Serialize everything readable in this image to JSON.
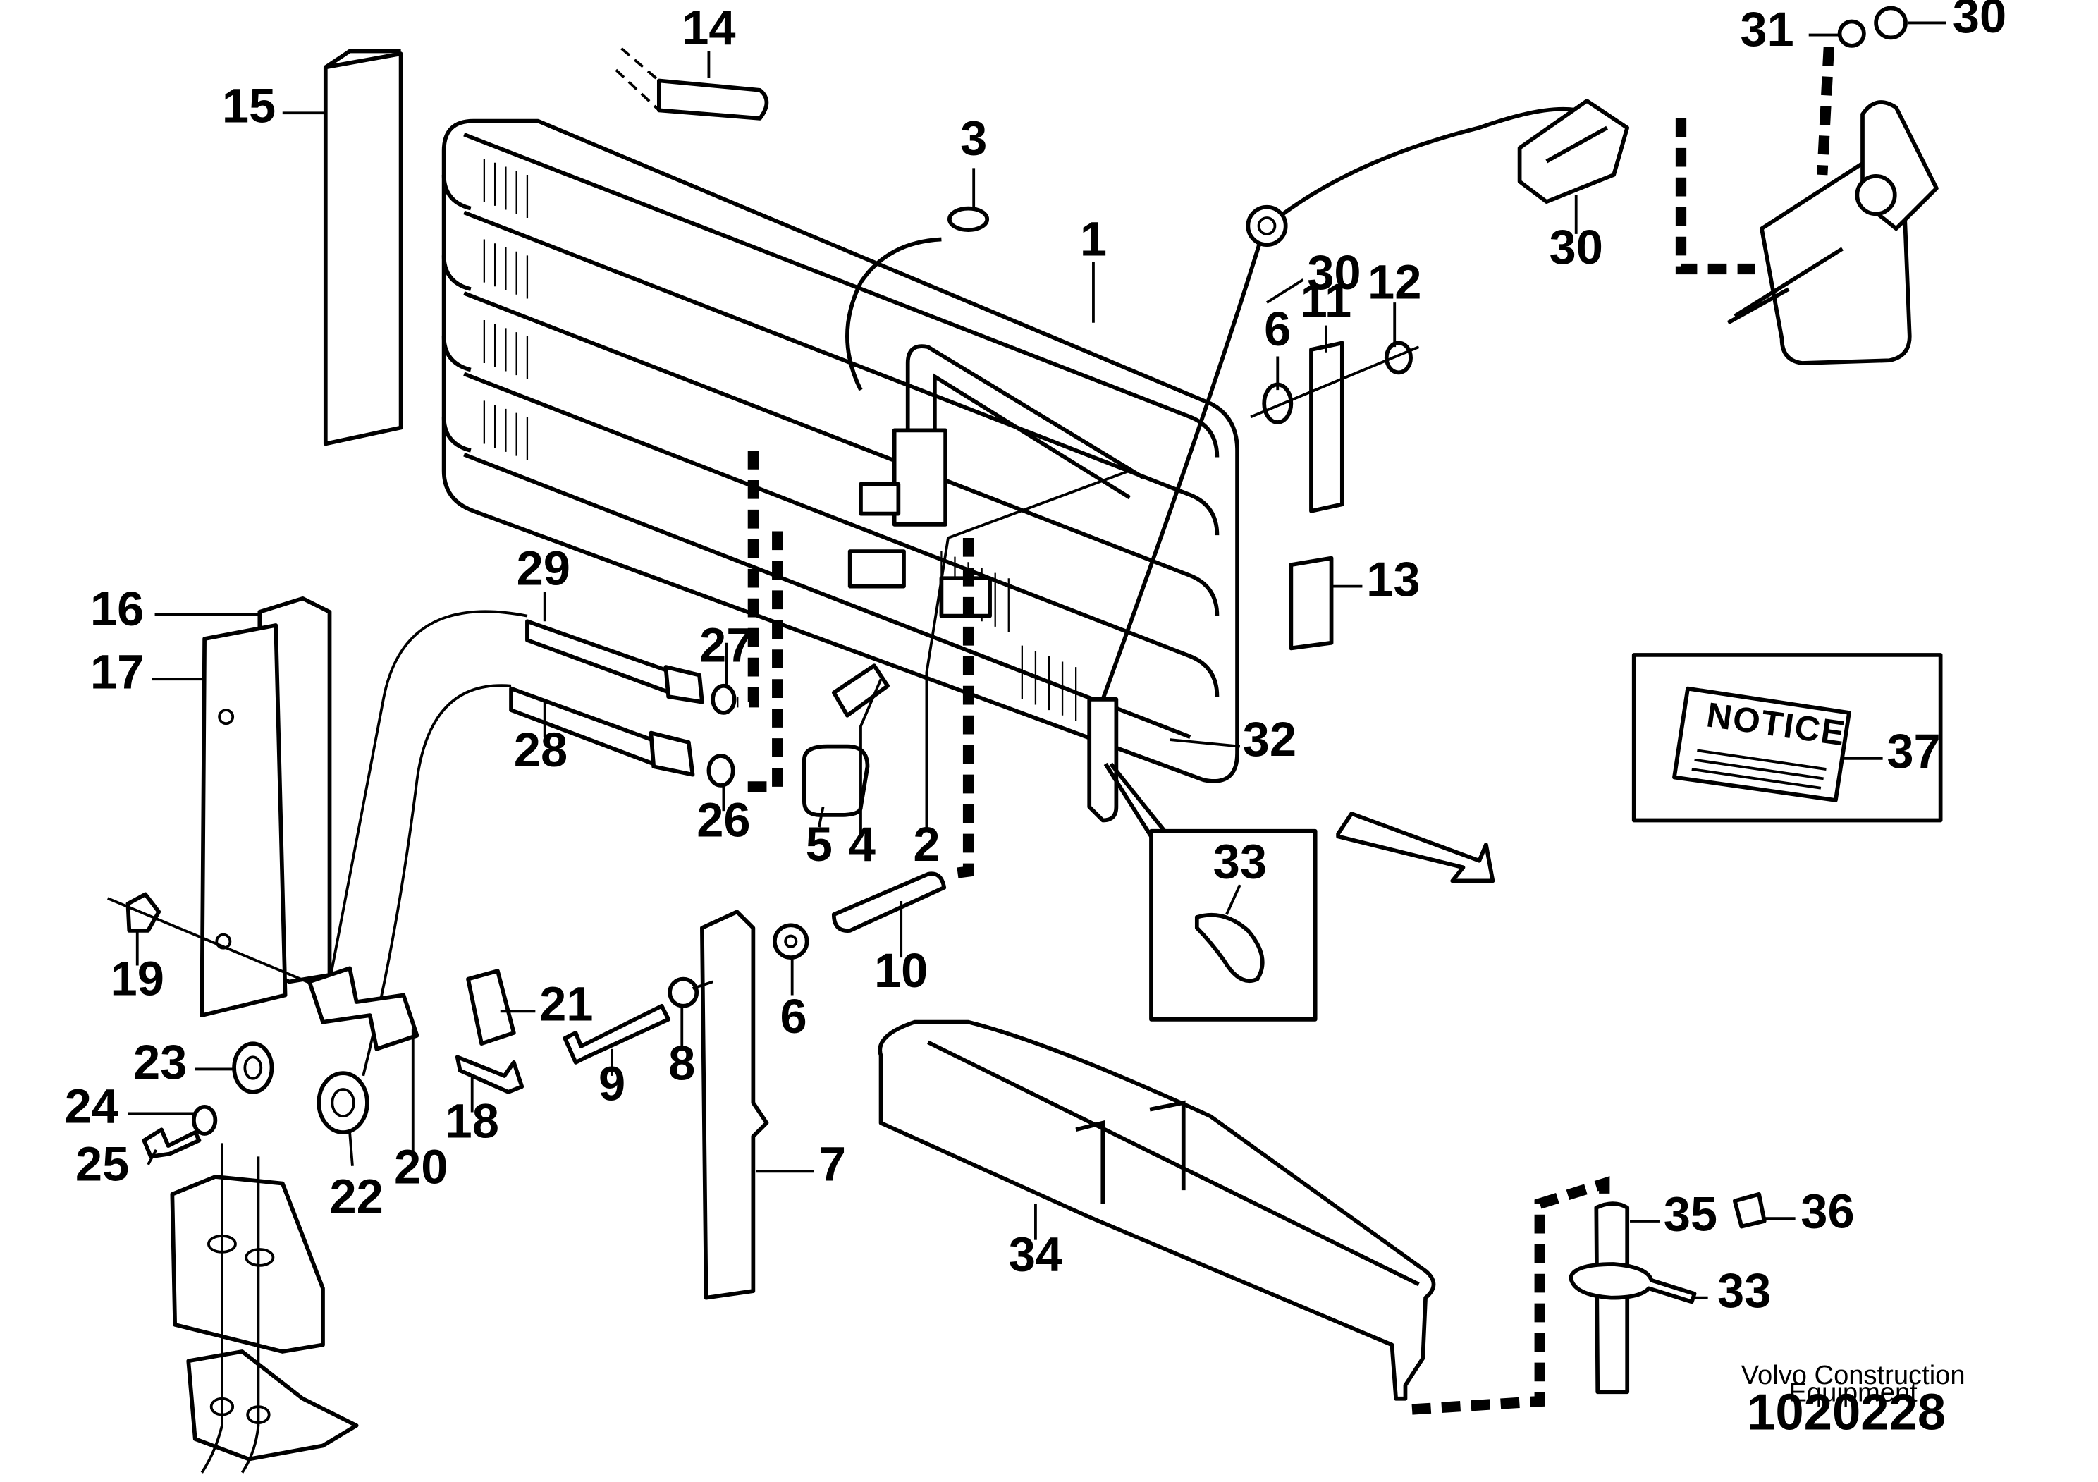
{
  "callouts": [
    {
      "n": "1"
    },
    {
      "n": "2"
    },
    {
      "n": "3"
    },
    {
      "n": "4"
    },
    {
      "n": "5"
    },
    {
      "n": "6"
    },
    {
      "n": "6"
    },
    {
      "n": "7"
    },
    {
      "n": "8"
    },
    {
      "n": "9"
    },
    {
      "n": "10"
    },
    {
      "n": "11"
    },
    {
      "n": "12"
    },
    {
      "n": "13"
    },
    {
      "n": "14"
    },
    {
      "n": "15"
    },
    {
      "n": "16"
    },
    {
      "n": "17"
    },
    {
      "n": "18"
    },
    {
      "n": "19"
    },
    {
      "n": "20"
    },
    {
      "n": "21"
    },
    {
      "n": "22"
    },
    {
      "n": "23"
    },
    {
      "n": "24"
    },
    {
      "n": "25"
    },
    {
      "n": "26"
    },
    {
      "n": "27"
    },
    {
      "n": "28"
    },
    {
      "n": "29"
    },
    {
      "n": "30"
    },
    {
      "n": "30"
    },
    {
      "n": "30"
    },
    {
      "n": "31"
    },
    {
      "n": "32"
    },
    {
      "n": "33"
    },
    {
      "n": "33"
    },
    {
      "n": "34"
    },
    {
      "n": "35"
    },
    {
      "n": "36"
    },
    {
      "n": "37"
    }
  ],
  "notice_label": "NOTICE",
  "credit": {
    "line1": "Volvo Construction",
    "line2": "Equipment",
    "drawing_number": "1020228"
  }
}
